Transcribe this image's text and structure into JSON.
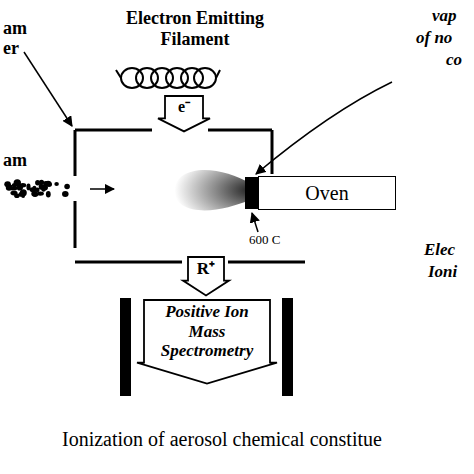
{
  "diagram": {
    "caption": "Ionization of aerosol chemical constitue",
    "nodes": [
      {
        "text": [
          "e⁻"
        ]
      },
      {
        "text": [
          "Oven"
        ]
      },
      {
        "text": [
          "R⁺"
        ]
      },
      {
        "text": [
          "Positive Ion Mass Spectrometry"
        ]
      }
    ],
    "labels": [
      "Electron Emitting Filament",
      "am",
      "er",
      "am",
      "vap",
      "of no",
      "co",
      "600 C",
      "Elec",
      "Ioni"
    ]
  }
}
